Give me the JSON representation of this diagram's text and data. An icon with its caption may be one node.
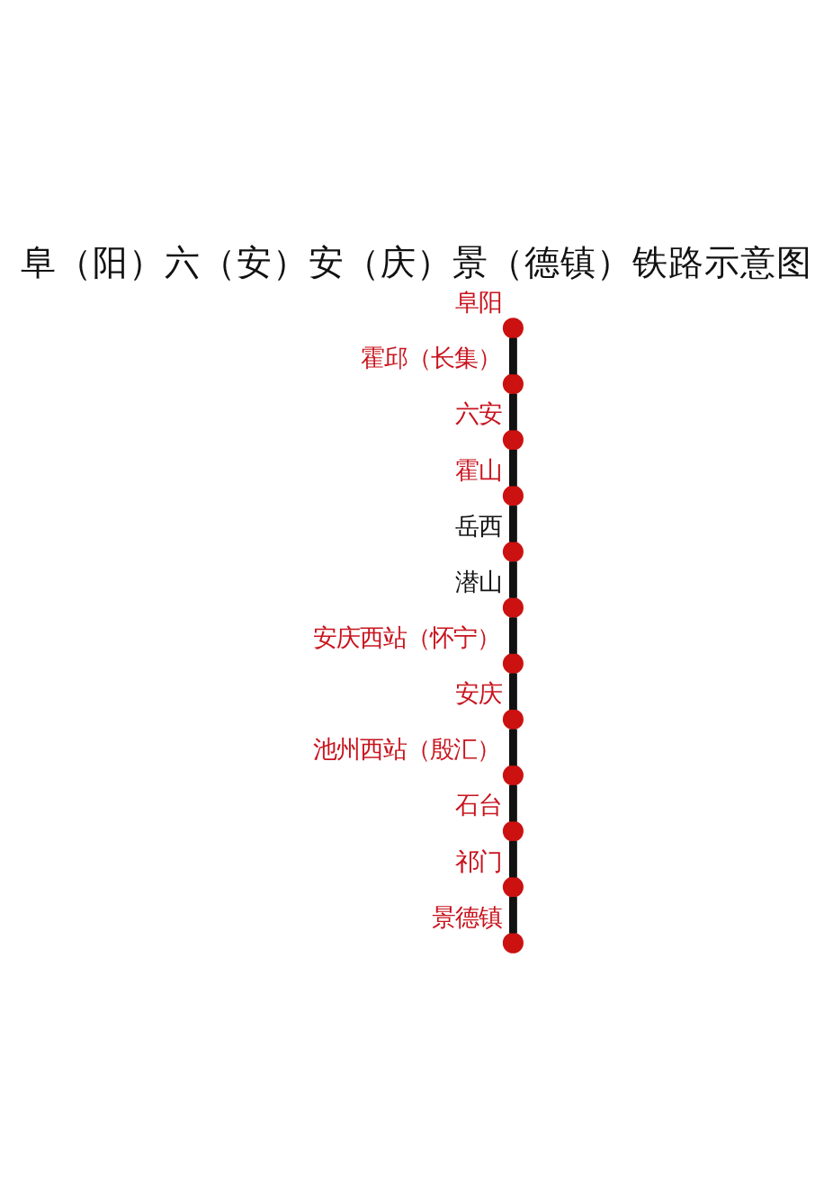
{
  "diagram": {
    "title": "阜（阳）六（安）安（庆）景（德镇）铁路示意图",
    "nodes": [
      {
        "text": [],
        "shape": "circle",
        "beside": [
          "阜阳"
        ]
      },
      {
        "text": [],
        "shape": "circle",
        "beside": [
          "霍邱（长集）"
        ]
      },
      {
        "text": [],
        "shape": "circle",
        "beside": [
          "六安"
        ]
      },
      {
        "text": [],
        "shape": "circle",
        "beside": [
          "霍山"
        ]
      },
      {
        "text": [],
        "shape": "circle",
        "beside": [
          "岳西"
        ]
      },
      {
        "text": [],
        "shape": "circle",
        "beside": [
          "潜山"
        ]
      },
      {
        "text": [],
        "shape": "circle",
        "beside": [
          "安庆西站（怀宁）"
        ]
      },
      {
        "text": [],
        "shape": "circle",
        "beside": [
          "安庆"
        ]
      },
      {
        "text": [],
        "shape": "circle",
        "beside": [
          "池州西站（殷汇）"
        ]
      },
      {
        "text": [],
        "shape": "circle",
        "beside": [
          "石台"
        ]
      },
      {
        "text": [],
        "shape": "circle",
        "beside": [
          "祁门"
        ]
      },
      {
        "text": [],
        "shape": "circle",
        "beside": [
          "景德镇"
        ]
      }
    ],
    "edges": [
      {
        "from": 0,
        "to": 1,
        "arrow": "none"
      },
      {
        "from": 1,
        "to": 2,
        "arrow": "none"
      },
      {
        "from": 2,
        "to": 3,
        "arrow": "none"
      },
      {
        "from": 3,
        "to": 4,
        "arrow": "none"
      },
      {
        "from": 4,
        "to": 5,
        "arrow": "none"
      },
      {
        "from": 5,
        "to": 6,
        "arrow": "none"
      },
      {
        "from": 6,
        "to": 7,
        "arrow": "none"
      },
      {
        "from": 7,
        "to": 8,
        "arrow": "none"
      },
      {
        "from": 8,
        "to": 9,
        "arrow": "none"
      },
      {
        "from": 9,
        "to": 10,
        "arrow": "none"
      },
      {
        "from": 10,
        "to": 11,
        "arrow": "none"
      }
    ]
  }
}
